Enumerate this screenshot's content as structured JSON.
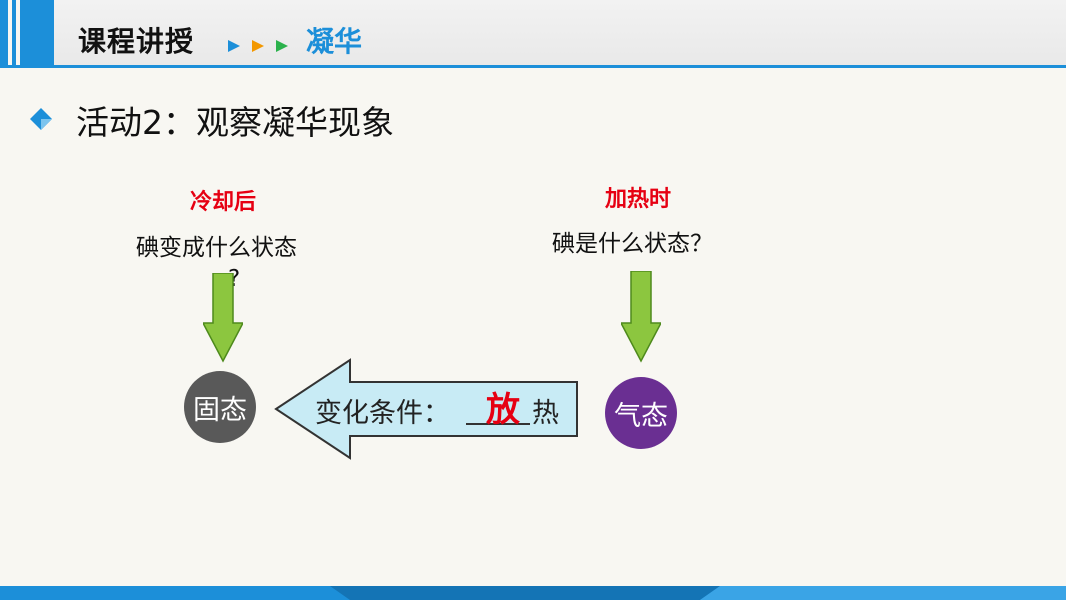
{
  "header": {
    "section": "课程讲授",
    "topic": "凝华"
  },
  "activity": {
    "title": "活动2：观察凝华现象"
  },
  "left_prompt": {
    "label": "冷却后",
    "question_line1": "碘变成什么状态",
    "question_line2": "?"
  },
  "right_prompt": {
    "label": "加热时",
    "question": "碘是什么状态？"
  },
  "states": {
    "solid": "固态",
    "gas": "气态"
  },
  "condition": {
    "label": "变化条件：",
    "answer": "放",
    "suffix": "热"
  },
  "colors": {
    "accent": "#1c8fd9",
    "arrow_green": "#8cc63f",
    "arrow_fill_blue": "#c8ebf5",
    "solid_circle": "#595959",
    "gas_circle": "#6a2f92",
    "highlight_red": "#e60012"
  }
}
